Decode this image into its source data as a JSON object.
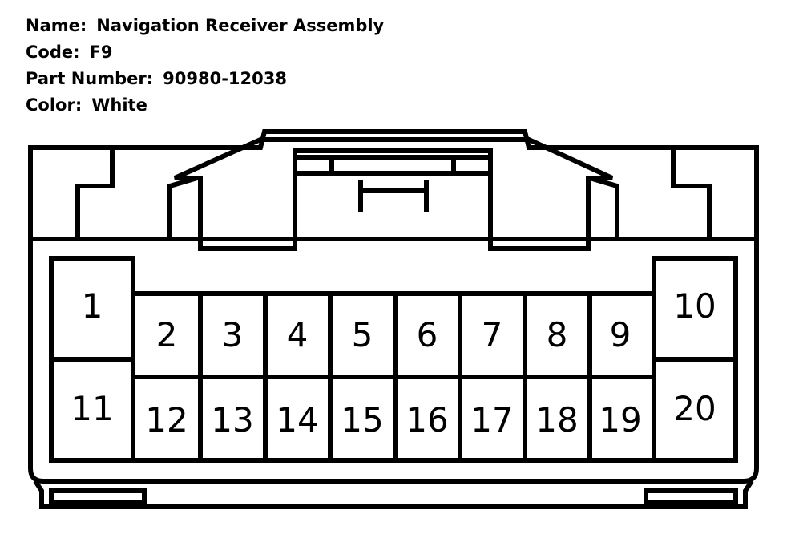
{
  "info": {
    "name_label": "Name:",
    "name_value": "Navigation Receiver Assembly",
    "code_label": "Code:",
    "code_value": "F9",
    "part_label": "Part Number:",
    "part_value": "90980-12038",
    "color_label": "Color:",
    "color_value": "White"
  },
  "pins": {
    "p1": "1",
    "p2": "2",
    "p3": "3",
    "p4": "4",
    "p5": "5",
    "p6": "6",
    "p7": "7",
    "p8": "8",
    "p9": "9",
    "p10": "10",
    "p11": "11",
    "p12": "12",
    "p13": "13",
    "p14": "14",
    "p15": "15",
    "p16": "16",
    "p17": "17",
    "p18": "18",
    "p19": "19",
    "p20": "20"
  }
}
